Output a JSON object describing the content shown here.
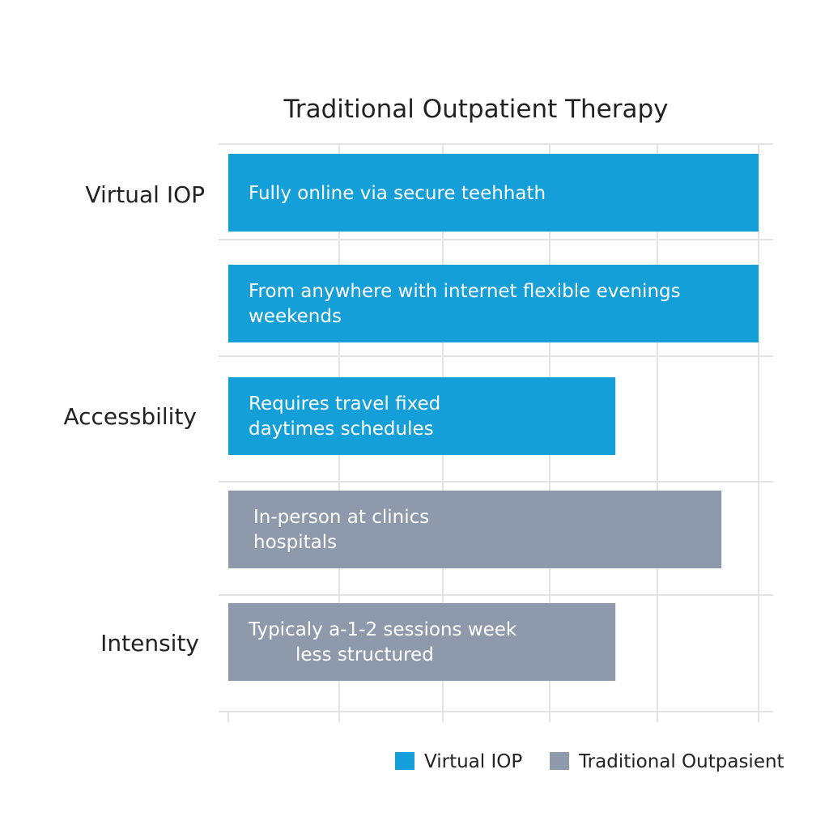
{
  "chart_data": {
    "type": "bar",
    "orientation": "horizontal",
    "title": "Traditional Outpatient Therapy",
    "category_labels": [
      "Virtual IOP",
      "Accessbility",
      "Intensity"
    ],
    "bars": [
      {
        "lines": [
          "Fully online via secure teehhath"
        ],
        "series": "Virtual IOP",
        "value": 100
      },
      {
        "lines": [
          "From anywhere with internet flexible evenings",
          "weekends"
        ],
        "series": "Virtual IOP",
        "value": 100
      },
      {
        "lines": [
          "Requires travel fixed",
          "daytimes schedules"
        ],
        "series": "Virtual IOP",
        "value": 73
      },
      {
        "lines": [
          "In-person at clinics",
          "hospitals"
        ],
        "series": "Traditional Outpasient",
        "value": 93
      },
      {
        "lines": [
          "Typicaly a-1-2 sessions week",
          "less structured"
        ],
        "series": "Traditional Outpasient",
        "value": 73
      }
    ],
    "series": [
      {
        "name": "Virtual IOP",
        "color": "#159fd9"
      },
      {
        "name": "Traditional Outpasient",
        "color": "#8e9aab"
      }
    ],
    "xlim": [
      0,
      100
    ],
    "grid": true,
    "legend_position": "bottom-right"
  }
}
